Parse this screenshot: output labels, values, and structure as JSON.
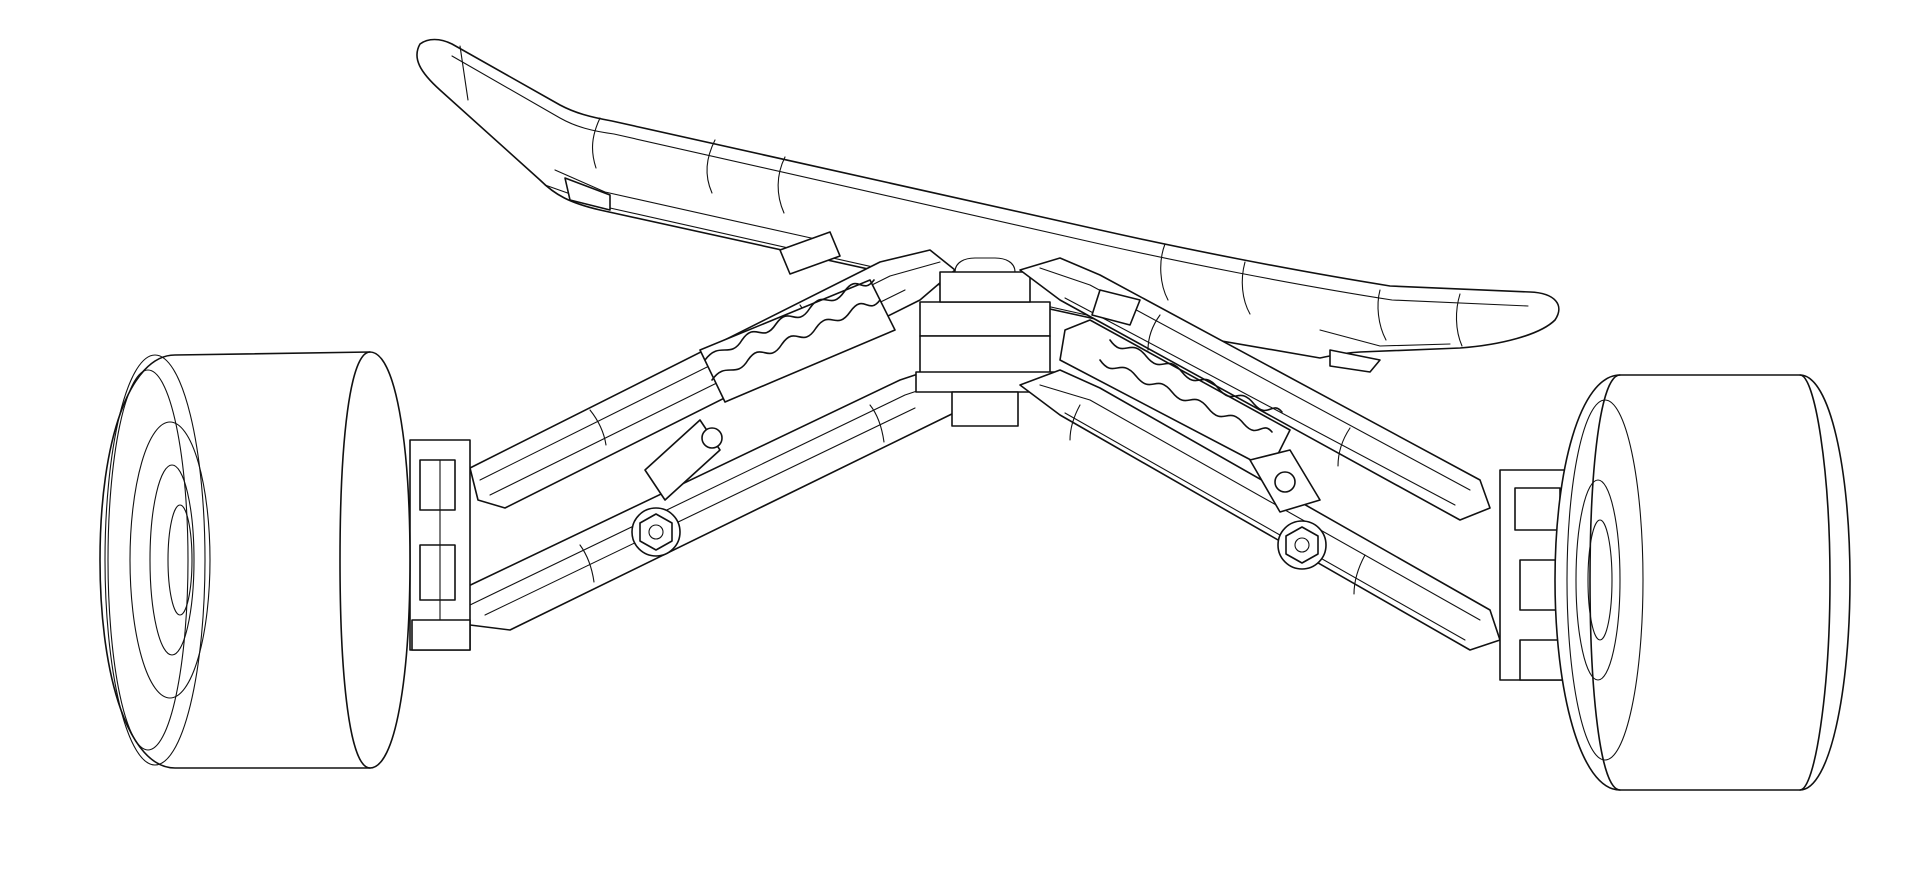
{
  "drawing": {
    "subject": "",
    "line_color": "#111111",
    "background_color": "#ffffff",
    "style": "line-art",
    "parts": [
      "deck",
      "left-wheel",
      "right-wheel",
      "left-front-arm",
      "left-rear-arm",
      "right-front-arm",
      "right-rear-arm",
      "left-shock-absorber",
      "right-shock-absorber",
      "center-pivot-block",
      "left-knuckle",
      "right-knuckle",
      "left-hex-bolt",
      "right-hex-bolt"
    ]
  }
}
